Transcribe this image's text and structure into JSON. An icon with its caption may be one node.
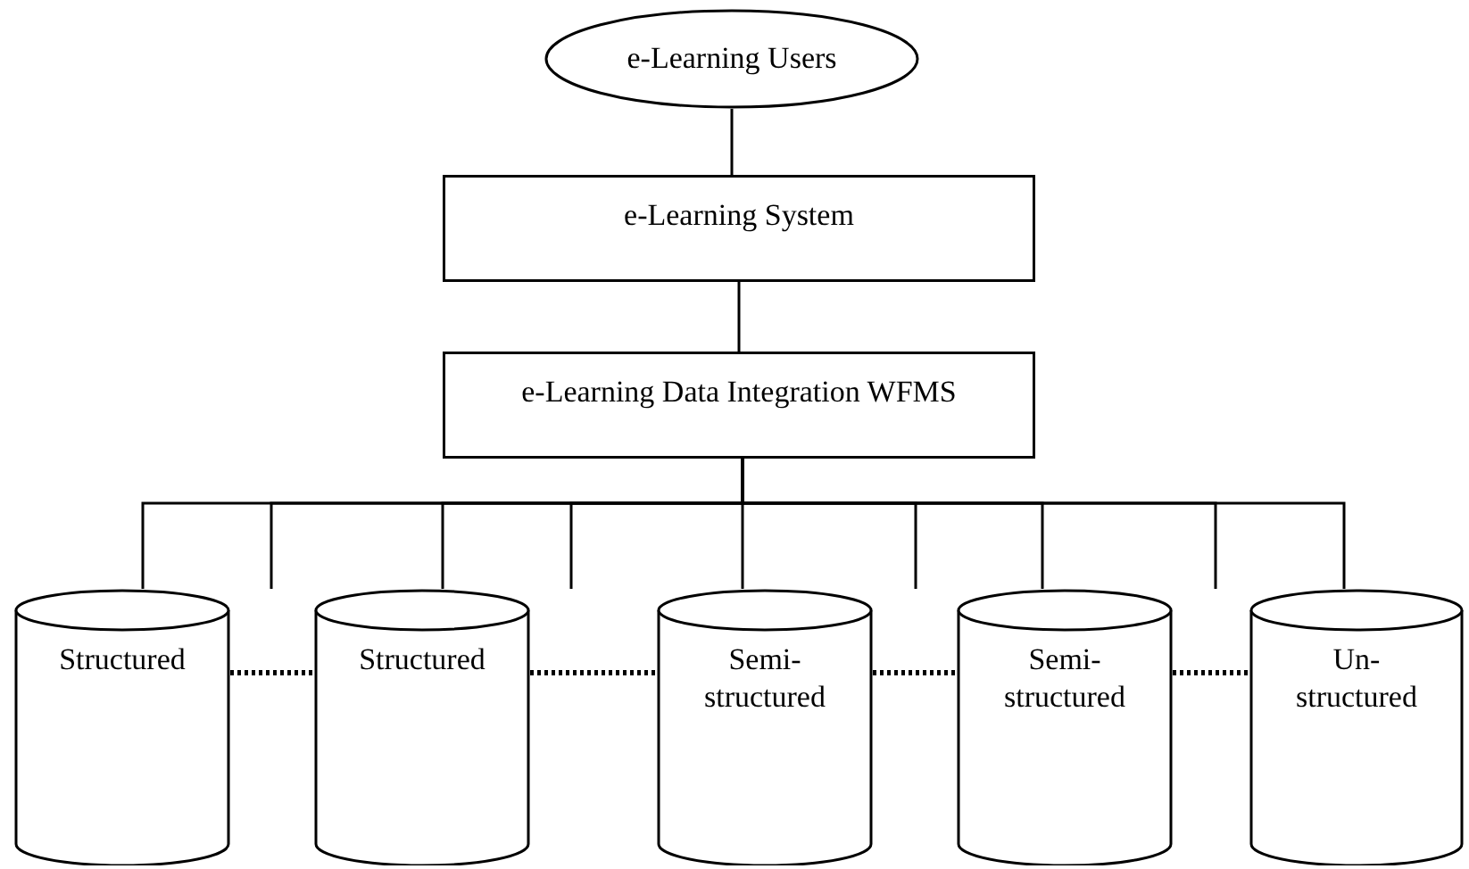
{
  "diagram": {
    "nodes": [
      {
        "text": [
          "e-Learning Users"
        ]
      },
      {
        "text": [
          "e-Learning System"
        ]
      },
      {
        "text": [
          "e-Learning Data Integration WFMS"
        ]
      },
      {
        "text": [
          "Structured"
        ]
      },
      {
        "text": [
          "Structured"
        ]
      },
      {
        "text": [
          "Semi-structured"
        ]
      },
      {
        "text": [
          "Semi-structured"
        ]
      },
      {
        "text": [
          "Un-structured"
        ]
      }
    ],
    "edges": [
      {
        "from": 0,
        "to": 1,
        "arrow": "none"
      },
      {
        "from": 1,
        "to": 2,
        "arrow": "none"
      },
      {
        "from": 2,
        "to": 3,
        "arrow": "none"
      },
      {
        "from": 2,
        "to": 4,
        "arrow": "none"
      },
      {
        "from": 2,
        "to": 5,
        "arrow": "none"
      },
      {
        "from": 2,
        "to": 6,
        "arrow": "none"
      },
      {
        "from": 2,
        "to": 7,
        "arrow": "none"
      },
      {
        "from": 2,
        "to": null,
        "arrow": "none"
      },
      {
        "from": 2,
        "to": null,
        "arrow": "none"
      },
      {
        "from": 2,
        "to": null,
        "arrow": "none"
      },
      {
        "from": 2,
        "to": null,
        "arrow": "none"
      },
      {
        "from": 3,
        "to": 4,
        "arrow": "none",
        "style": "dashed"
      },
      {
        "from": 4,
        "to": 5,
        "arrow": "none",
        "style": "dashed"
      },
      {
        "from": 5,
        "to": 6,
        "arrow": "none",
        "style": "dashed"
      },
      {
        "from": 6,
        "to": 7,
        "arrow": "none",
        "style": "dashed"
      }
    ]
  }
}
